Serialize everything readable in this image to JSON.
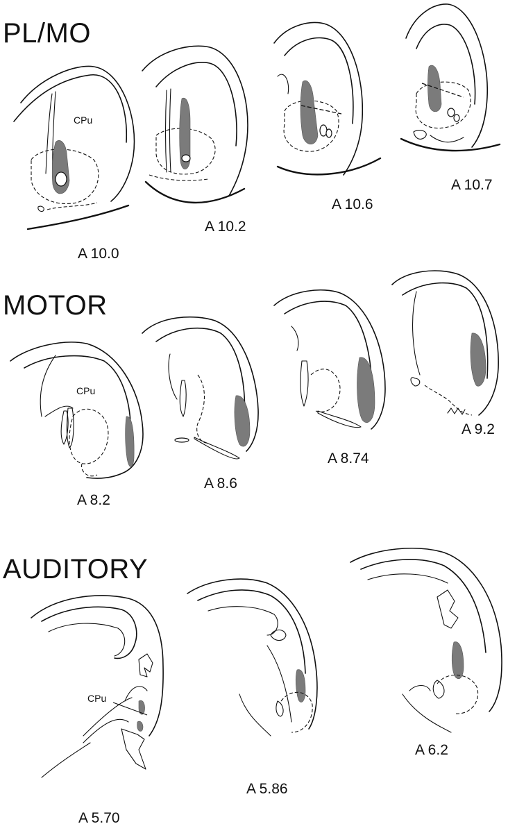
{
  "sections": {
    "plmo": {
      "title": "PL/MO"
    },
    "motor": {
      "title": "MOTOR"
    },
    "auditory": {
      "title": "AUDITORY"
    }
  },
  "panels": {
    "plmo": [
      "A 10.0",
      "A 10.2",
      "A 10.6",
      "A 10.7"
    ],
    "motor": [
      "A 8.2",
      "A 8.6",
      "A 8.74",
      "A 9.2"
    ],
    "auditory": [
      "A 5.70",
      "A 5.86",
      "A 6.2"
    ]
  },
  "region_labels": {
    "cpu_plmo": "CPu",
    "cpu_motor": "CPu",
    "cpu_auditory": "CPu"
  },
  "colors": {
    "labeled_region": "#7b7b7b",
    "line": "#111111"
  }
}
